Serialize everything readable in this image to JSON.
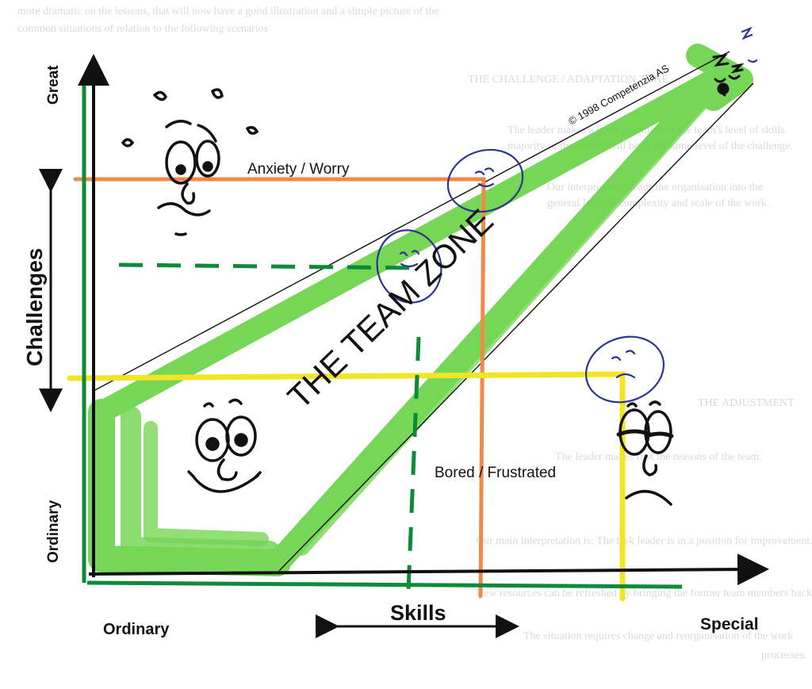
{
  "bleed_text": [
    "more dramatic on the lessons, that will now have a good illustration and a simple picture of the",
    "common situations of relation to the following scenarios",
    "THE CHALLENGE / ADAPTATION ZONE",
    "The leader makes a good judgment of the team's level of skills.",
    "majority of the people will be at the same level of the challenge.",
    "Our interpretation leads the organisation into the",
    "general level of complexity and scale of the work.",
    "THE ADJUSTMENT",
    "The leader makes first the reasons of the team.",
    "Our main interpretation is: The task leader is in a position for improvement.",
    "New resources can be refreshed by bringing the former team members back.",
    "The situation requires change and reorganisation of the work",
    "processes."
  ],
  "labels": {
    "copyright": "© 1998 Competenzia AS",
    "anxiety": "Anxiety / Worry",
    "team_zone": "THE TEAM ZONE",
    "bored": "Bored / Frustrated",
    "y_top": "Great",
    "y_bottom": "Ordinary",
    "y_axis": "Challenges",
    "x_left": "Ordinary",
    "x_axis": "Skills",
    "x_right": "Special"
  },
  "colors": {
    "axis": "#111111",
    "zone_green": "#5fcf3a",
    "dark_green": "#0f8a3a",
    "orange": "#f08a4b",
    "yellow": "#f2e526",
    "blue_ink": "#2a3590"
  }
}
